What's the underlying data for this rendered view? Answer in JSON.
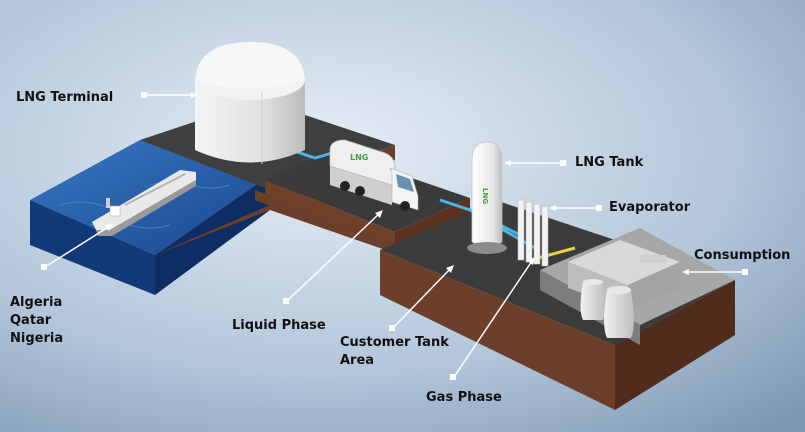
{
  "labels": {
    "lng_terminal": "LNG Terminal",
    "lng_tank": "LNG Tank",
    "evaporator": "Evaporator",
    "consumption": "Consumption",
    "sources": [
      "Algeria",
      "Qatar",
      "Nigeria"
    ],
    "liquid_phase": "Liquid Phase",
    "customer_tank_area": [
      "Customer Tank",
      "Area"
    ],
    "gas_phase": "Gas Phase"
  },
  "truck_text": "LNG",
  "tank_text": "LNG",
  "colors": {
    "background_light": "#dbe6f0",
    "background_dark": "#7d98b3",
    "sea": "#1f57a8",
    "pipe_liquid": "#4fb3e8",
    "pipe_gas": "#e8d24a",
    "ground_top": "#3a3a3a",
    "soil": "#6b3f2a"
  }
}
